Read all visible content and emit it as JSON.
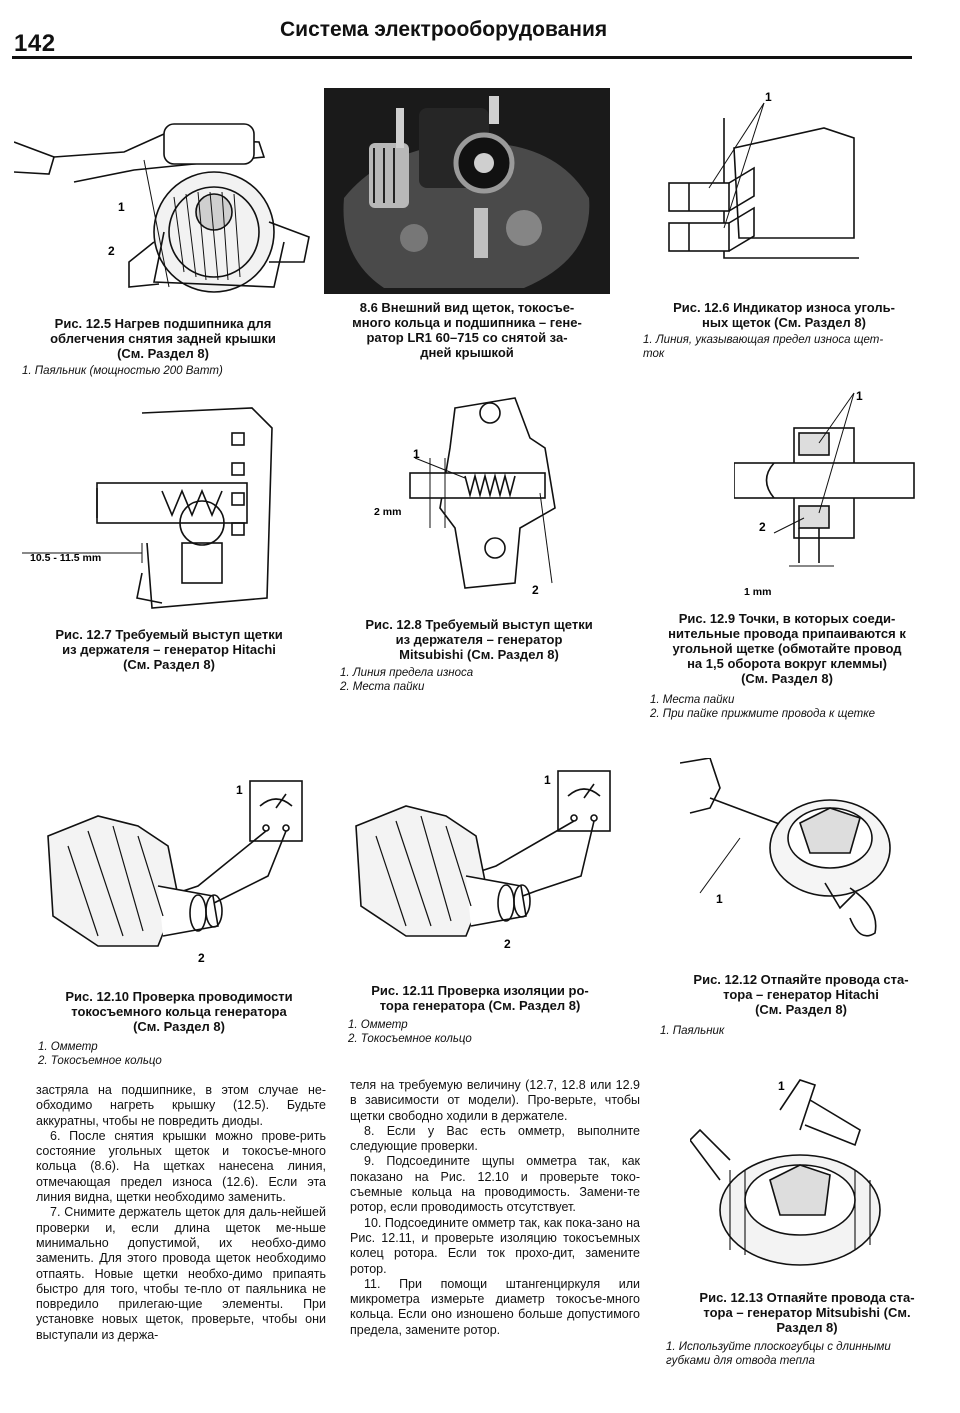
{
  "header": {
    "page_number": "142",
    "title": "Система электрооборудования"
  },
  "figures": {
    "f12_5": {
      "caption": [
        "Рис. 12.5 Нагрев подшипника для",
        "облегчения снятия задней крышки",
        "(См. Раздел 8)"
      ],
      "notes": [
        "1. Паяльник (мощностью 200 Ватт)"
      ],
      "callouts": [
        "1",
        "2"
      ]
    },
    "f8_6": {
      "caption": [
        "8.6 Внешний вид щеток, токосъе-",
        "много кольца и подшипника – гене-",
        "ратор LR1 60–715 со снятой за-",
        "дней крышкой"
      ]
    },
    "f12_6": {
      "caption": [
        "Рис. 12.6 Индикатор износа уголь-",
        "ных щеток (См. Раздел 8)"
      ],
      "notes": [
        "1. Линия, указывающая предел износа щет-",
        "ток"
      ],
      "callouts": [
        "1"
      ]
    },
    "f12_7": {
      "caption": [
        "Рис. 12.7 Требуемый выступ щетки",
        "из держателя – генератор Hitachi",
        "(См. Раздел 8)"
      ],
      "dimension": "10.5 - 11.5 mm"
    },
    "f12_8": {
      "caption": [
        "Рис. 12.8 Требуемый выступ щетки",
        "из держателя – генератор",
        "Mitsubishi (См. Раздел 8)"
      ],
      "notes": [
        "1. Линия предела износа",
        "2. Места пайки"
      ],
      "dimension": "2 mm",
      "callouts": [
        "1",
        "2"
      ]
    },
    "f12_9": {
      "caption": [
        "Рис. 12.9 Точки, в которых соеди-",
        "нительные провода припаиваются к",
        "угольной щетке (обмотайте провод",
        "на 1,5 оборота вокруг клеммы)",
        "(См. Раздел 8)"
      ],
      "notes": [
        "1. Места пайки",
        "2. При пайке прижмите провода к щетке"
      ],
      "dimension": "1 mm",
      "callouts": [
        "1",
        "2"
      ]
    },
    "f12_10": {
      "caption": [
        "Рис. 12.10 Проверка проводимости",
        "токосъемного кольца генератора",
        "(См. Раздел 8)"
      ],
      "notes": [
        "1. Омметр",
        "2. Токосъемное кольцо"
      ],
      "callouts": [
        "1",
        "2"
      ]
    },
    "f12_11": {
      "caption": [
        "Рис. 12.11 Проверка изоляции ро-",
        "тора генератора (См. Раздел 8)"
      ],
      "notes": [
        "1. Омметр",
        "2. Токосъемное кольцо"
      ],
      "callouts": [
        "1",
        "2"
      ]
    },
    "f12_12": {
      "caption": [
        "Рис. 12.12 Отпаяйте провода ста-",
        "тора – генератор Hitachi",
        "(См. Раздел 8)"
      ],
      "notes": [
        "1. Паяльник"
      ],
      "callouts": [
        "1"
      ]
    },
    "f12_13": {
      "caption": [
        "Рис. 12.13 Отпаяйте провода ста-",
        "тора – генератор Mitsubishi (См.",
        "Раздел 8)"
      ],
      "notes": [
        "1. Используйте плоскогубцы с длинными",
        "губками для отвода тепла"
      ],
      "callouts": [
        "1"
      ]
    }
  },
  "body": {
    "col1": [
      "застряла на подшипнике, в этом случае не-обходимо нагреть крышку (12.5). Будьте аккуратны, чтобы не повредить диоды.",
      "6. После снятия крышки можно прове-рить состояние угольных щеток и токосъе-много кольца (8.6). На щетках нанесена линия, отмечающая предел износа (12.6). Если эта линия видна, щетки необходимо заменить.",
      "7. Снимите держатель щеток для даль-нейшей проверки и, если длина щеток ме-ньше минимально допустимой, их необхо-димо заменить. Для этого провода щеток необходимо отпаять. Новые щетки необхо-димо припаять быстро для того, чтобы те-пло от паяльника не повредило прилегаю-щие элементы. При установке новых щеток, проверьте, чтобы они выступали из держа-"
    ],
    "col2": [
      "теля на требуемую величину (12.7, 12.8 или 12.9 в зависимости от модели). Про-верьте, чтобы щетки свободно ходили в держателе.",
      "8. Если у Вас есть омметр, выполните следующие проверки.",
      "9. Подсоедините щупы омметра так, как показано на Рис. 12.10 и проверьте токо-съемные кольца на проводимость. Замени-те ротор, если проводимость отсутствует.",
      "10. Подсоедините омметр так, как пока-зано на Рис. 12.11, и проверьте изоляцию токосъемных колец ротора. Если ток прохо-дит, замените ротор.",
      "11. При помощи штангенциркуля или микрометра измерьте диаметр токосъе-много кольца. Если оно изношено больше допустимого предела, замените ротор."
    ]
  }
}
